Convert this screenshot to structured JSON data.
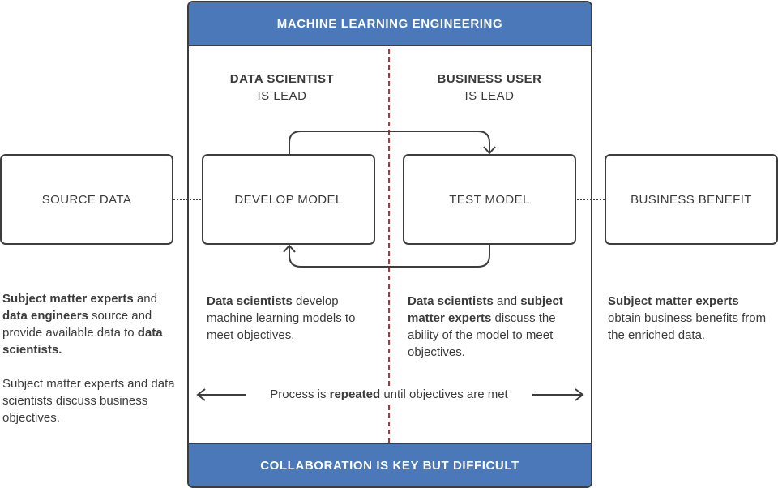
{
  "header": {
    "title": "MACHINE LEARNING ENGINEERING"
  },
  "footer": {
    "title": "COLLABORATION IS KEY BUT DIFFICULT"
  },
  "roles": {
    "left": {
      "strong": "DATA SCIENTIST",
      "sub": "IS LEAD"
    },
    "right": {
      "strong": "BUSINESS USER",
      "sub": "IS LEAD"
    }
  },
  "boxes": {
    "source": "SOURCE DATA",
    "develop": "DEVELOP MODEL",
    "test": "TEST MODEL",
    "benefit": "BUSINESS BENEFIT"
  },
  "descriptions": {
    "source_p1": [
      {
        "t": "Subject matter experts",
        "b": true
      },
      {
        "t": " and ",
        "b": false
      },
      {
        "t": "data engineers",
        "b": true
      },
      {
        "t": " source and provide available data to ",
        "b": false
      },
      {
        "t": "data scientists.",
        "b": true
      }
    ],
    "source_p2": "Subject matter experts and data scientists discuss business objectives.",
    "develop": [
      {
        "t": "Data scientists",
        "b": true
      },
      {
        "t": " develop machine learning models to meet objectives.",
        "b": false
      }
    ],
    "test": [
      {
        "t": "Data scientists",
        "b": true
      },
      {
        "t": " and ",
        "b": false
      },
      {
        "t": "subject matter experts",
        "b": true
      },
      {
        "t": " discuss the ability of the model to meet objectives.",
        "b": false
      }
    ],
    "benefit": [
      {
        "t": "Subject matter experts",
        "b": true
      },
      {
        "t": " obtain business benefits from the enriched data.",
        "b": false
      }
    ]
  },
  "process": {
    "before": "Process is ",
    "bold": "repeated",
    "after": " until objectives are met"
  },
  "colors": {
    "band": "#4a78b8",
    "divider": "#cc2a2f",
    "stroke": "#3d3d3d"
  }
}
